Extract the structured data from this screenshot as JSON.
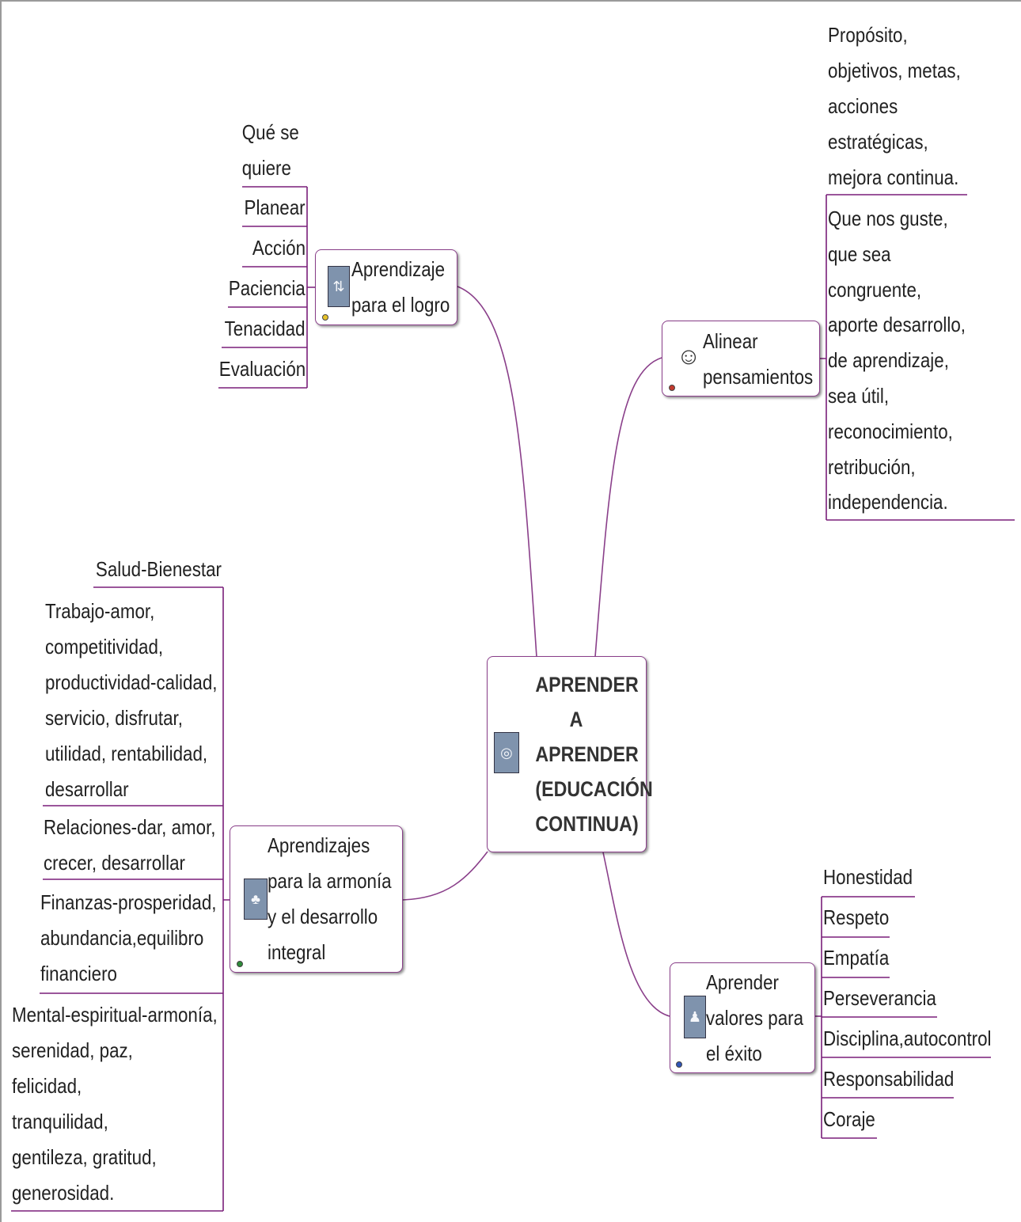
{
  "central": {
    "title_lines": [
      "APRENDER",
      "A",
      "APRENDER",
      "(EDUCACIÓN",
      "CONTINUA)"
    ],
    "icon": "globe-icon"
  },
  "branches": [
    {
      "id": "logro",
      "label_lines": [
        "Aprendizaje",
        "para el logro"
      ],
      "icon": "maze-icon",
      "marker_color": "#e6c229",
      "leaves": [
        [
          "Qué se",
          "quiere"
        ],
        [
          "Planear"
        ],
        [
          "Acción"
        ],
        [
          "Paciencia"
        ],
        [
          "Tenacidad"
        ],
        [
          "Evaluación"
        ]
      ]
    },
    {
      "id": "pensamientos",
      "label_lines": [
        "Alinear",
        "pensamientos"
      ],
      "icon": "head-icon",
      "marker_color": "#c23a2e",
      "leaves": [
        [
          "Propósito,",
          "objetivos, metas,",
          "acciones",
          "estratégicas,",
          "mejora continua."
        ],
        [
          "Que nos guste,",
          "que sea",
          "congruente,",
          "aporte desarrollo,",
          "de aprendizaje,",
          "sea útil,",
          "reconocimiento,",
          "retribución,",
          "independencia."
        ]
      ]
    },
    {
      "id": "armonia",
      "label_lines": [
        "Aprendizajes",
        "para la armonía",
        "y el desarrollo",
        "integral"
      ],
      "icon": "tree-globe-icon",
      "marker_color": "#2e8b3a",
      "leaves": [
        [
          "Salud-Bienestar"
        ],
        [
          "Trabajo-amor,",
          "competitividad,",
          "productividad-calidad,",
          "servicio, disfrutar,",
          "utilidad, rentabilidad,",
          "desarrollar"
        ],
        [
          "Relaciones-dar, amor,",
          "crecer, desarrollar"
        ],
        [
          "Finanzas-prosperidad,",
          "abundancia,equilibro",
          "financiero"
        ],
        [
          "Mental-espiritual-armonía,",
          "serenidad, paz,",
          "felicidad,",
          "tranquilidad,",
          "gentileza, gratitud,",
          "generosidad."
        ]
      ]
    },
    {
      "id": "valores",
      "label_lines": [
        "Aprender",
        "valores para",
        "el éxito"
      ],
      "icon": "person-podium-icon",
      "marker_color": "#2f55b8",
      "leaves": [
        [
          "Honestidad"
        ],
        [
          "Respeto"
        ],
        [
          "Empatía"
        ],
        [
          "Perseverancia"
        ],
        [
          "Disciplina,autocontrol"
        ],
        [
          "Responsabilidad"
        ],
        [
          "Coraje"
        ]
      ]
    }
  ],
  "colors": {
    "connector": "#8a3f8a",
    "leaf_line": "#7a1f7a",
    "icon_bg": "#7f93ad"
  }
}
